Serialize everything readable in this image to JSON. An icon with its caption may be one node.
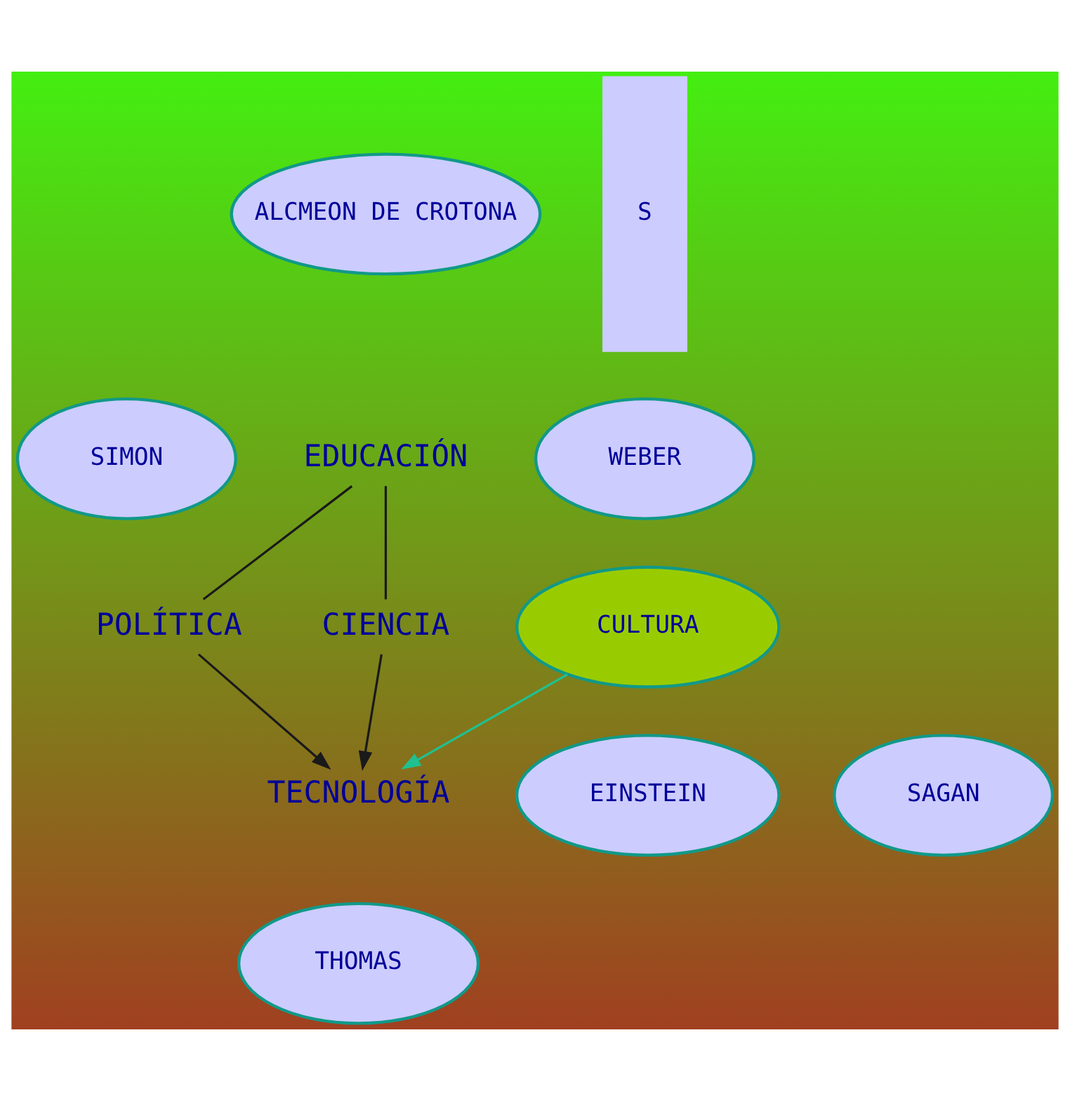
{
  "diagram": {
    "nodes": [
      {
        "text": [
          "ALCMEON DE CROTONA"
        ]
      },
      {
        "text": [
          "S"
        ]
      },
      {
        "text": [
          "EDUCACIÓN"
        ]
      },
      {
        "text": [
          "WEBER"
        ]
      },
      {
        "text": [
          "SIMON"
        ]
      },
      {
        "text": [
          "CIENCIA"
        ]
      },
      {
        "text": [
          "CULTURA"
        ]
      },
      {
        "text": [
          "POLÍTICA"
        ]
      },
      {
        "text": [
          "EINSTEIN"
        ]
      },
      {
        "text": [
          "SAGAN"
        ]
      },
      {
        "text": [
          "TECNOLOGÍA"
        ]
      },
      {
        "text": [
          "THOMAS"
        ]
      }
    ],
    "edges": [
      {
        "from": 2,
        "to": 5,
        "arrow": "none"
      },
      {
        "from": 2,
        "to": 7,
        "arrow": "none"
      },
      {
        "from": 5,
        "to": 10,
        "arrow": "to"
      },
      {
        "from": 6,
        "to": 10,
        "arrow": "to",
        "color": "#20c090"
      },
      {
        "from": 7,
        "to": 10,
        "arrow": "to"
      }
    ]
  }
}
